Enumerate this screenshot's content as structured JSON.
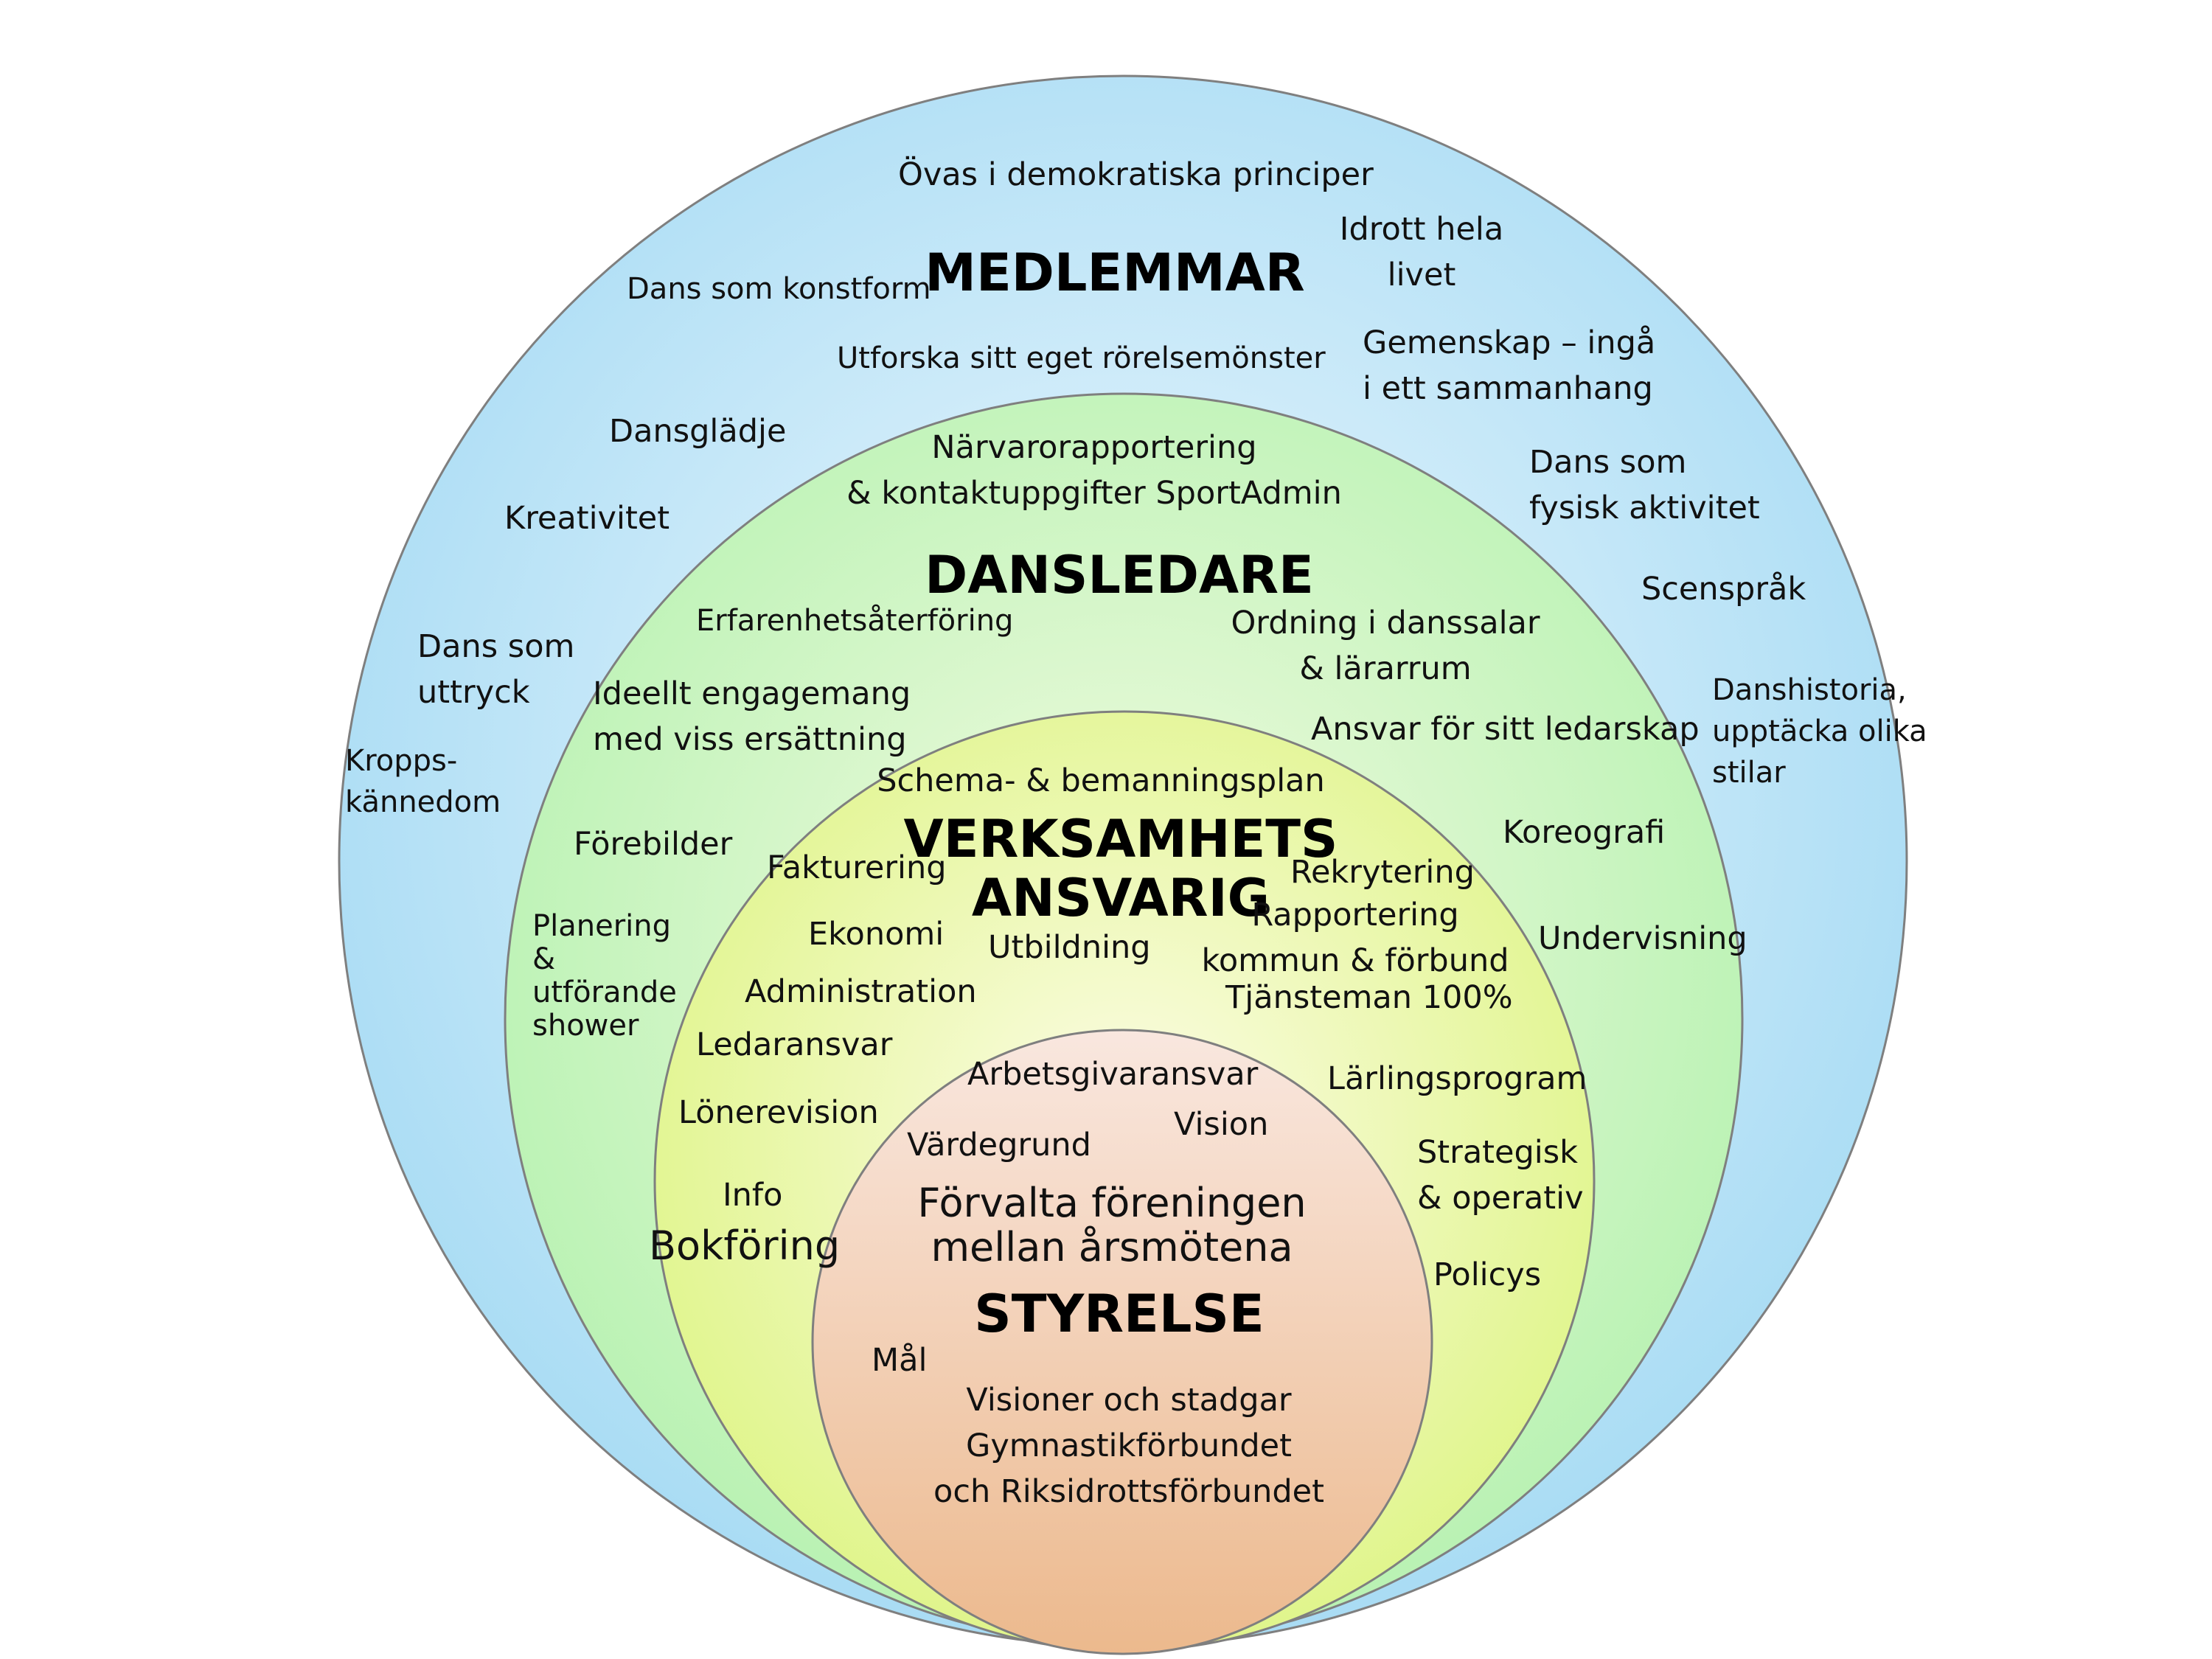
{
  "diagram": {
    "colors": {
      "members_center": "#eef8fe",
      "members_edge": "#a9dcf4",
      "leaders_center": "#f4fbe2",
      "leaders_edge": "#b9f2b3",
      "operations_center": "#fcfce6",
      "operations_edge": "#e0f58c",
      "board_top": "#f9e7df",
      "board_bottom": "#ecb98d",
      "outline": "#7f7f7f"
    },
    "members": {
      "title": "MEDLEMMAR",
      "items": [
        "Övas i demokratiska principer",
        "Idrott hela\nlivet",
        "Dans som konstform",
        "Utforska sitt eget rörelsemönster",
        "Gemenskap – ingå\ni ett sammanhang",
        "Dansglädje",
        "Dans som\nfysisk aktivitet",
        "Kreativitet",
        "Scenspråk",
        "Dans som\nuttryck",
        "Danshistoria,\nupptäcka olika\nstilar",
        "Kropps-\nkännedom"
      ]
    },
    "leaders": {
      "title": "DANSLEDARE",
      "items": [
        "Närvarorapportering\n& kontaktuppgifter SportAdmin",
        "Erfarenhetsåterföring",
        "Ordning i danssalar\n& lärarrum",
        "Ideellt engagemang\nmed viss ersättning",
        "Ansvar för sitt ledarskap",
        "Koreografi",
        "Förebilder",
        "Undervisning",
        "Planering\n&\nutförande\nshower"
      ]
    },
    "operations": {
      "title": "VERKSAMHETS\nANSVARIG",
      "items": [
        "Schema- & bemanningsplan",
        "Fakturering",
        "Rekrytering",
        "Rapportering\nkommun & förbund",
        "Ekonomi",
        "Utbildning",
        "Tjänsteman 100%",
        "Administration",
        "Ledaransvar",
        "Lärlingsprogram",
        "Lönerevision",
        "Strategisk\n& operativ",
        "Info",
        "Bokföring",
        "Policys"
      ]
    },
    "board": {
      "title": "STYRELSE",
      "items": [
        "Arbetsgivaransvar",
        "Värdegrund",
        "Vision",
        "Förvalta föreningen\nmellan årsmötena",
        "Mål",
        "Visioner och stadgar\nGymnastikförbundet\noch Riksidrottsförbundet"
      ]
    }
  }
}
